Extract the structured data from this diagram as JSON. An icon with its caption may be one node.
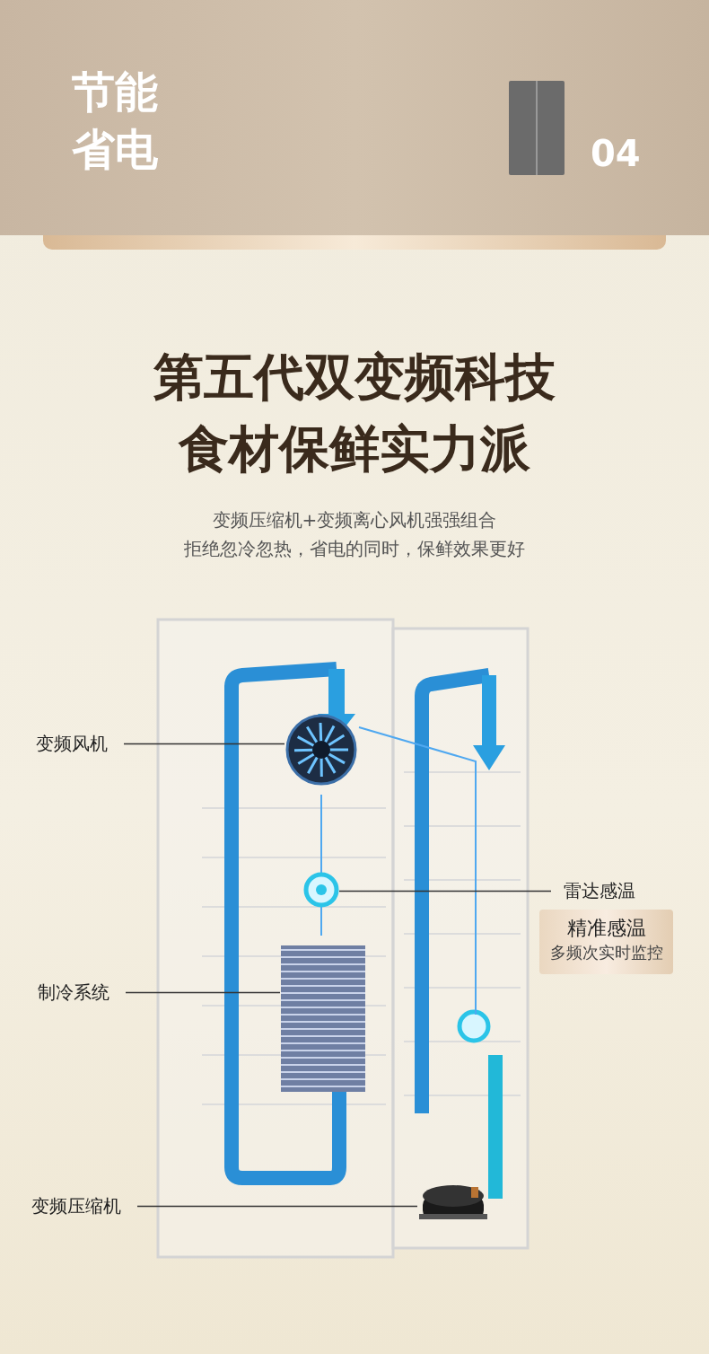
{
  "diagram": {
    "title": "第五代双变频科技食材保鲜实力派",
    "nodes": [
      {
        "text": [
          "变频风机"
        ]
      },
      {
        "text": [],
        "shape": "picture"
      },
      {
        "text": [
          "雷达感温"
        ]
      },
      {
        "text": [],
        "shape": "picture"
      },
      {
        "text": [
          "精准感温",
          "多频次实时监控"
        ]
      },
      {
        "text": [
          "制冷系统"
        ]
      },
      {
        "text": [],
        "shape": "picture"
      },
      {
        "text": [
          "变频压缩机"
        ]
      },
      {
        "text": [],
        "shape": "picture"
      }
    ],
    "edges": [
      {
        "from": 0,
        "to": 1,
        "arrow": "none"
      },
      {
        "from": 2,
        "to": 3,
        "arrow": "none"
      },
      {
        "from": 5,
        "to": 6,
        "arrow": "none"
      },
      {
        "from": 7,
        "to": 8,
        "arrow": "none"
      }
    ],
    "labels": [
      "节能省电",
      "04",
      "变频压缩机+变频离心风机强强组合",
      "拒绝忽冷忽热，省电的同时，保鲜效果更好"
    ]
  }
}
